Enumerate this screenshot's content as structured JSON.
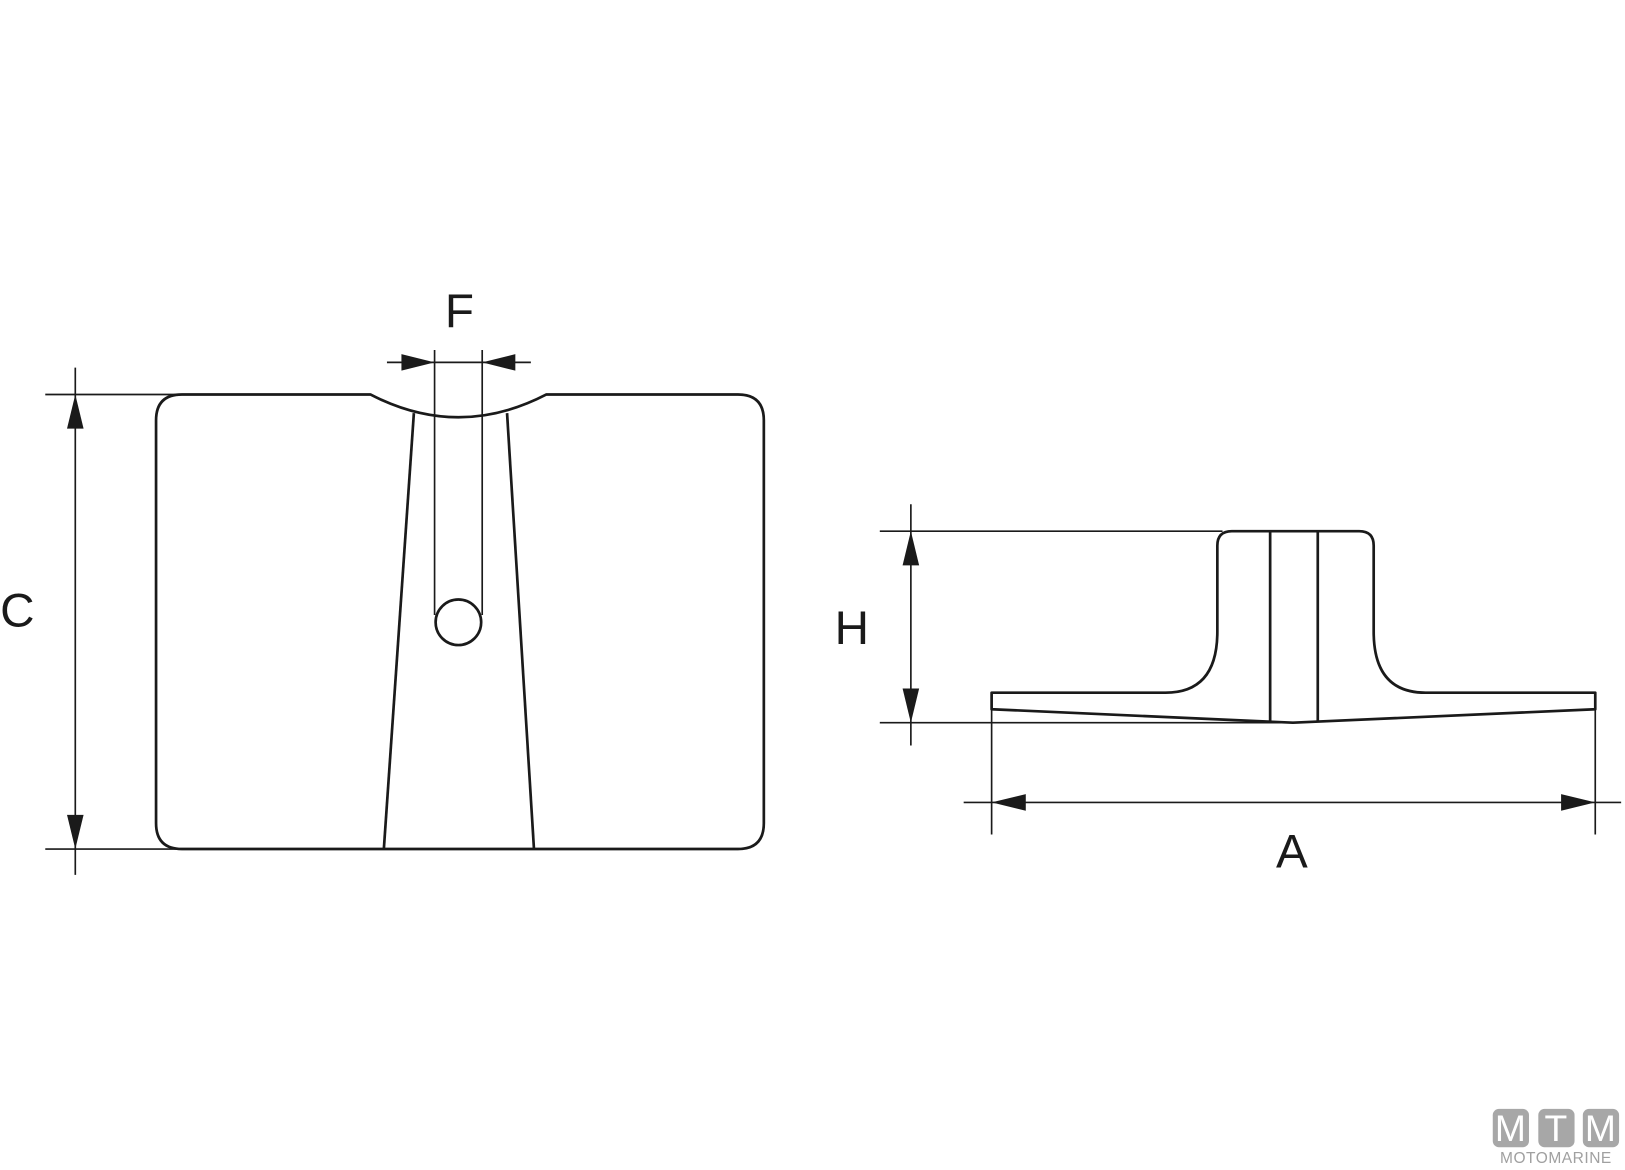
{
  "diagram": {
    "labels": {
      "f": "F",
      "c": "C",
      "h": "H",
      "a": "A"
    }
  },
  "logo": {
    "letters": [
      "M",
      "T",
      "M"
    ],
    "subtitle": "MOTOMARINE",
    "color": "#a7a7a7"
  }
}
